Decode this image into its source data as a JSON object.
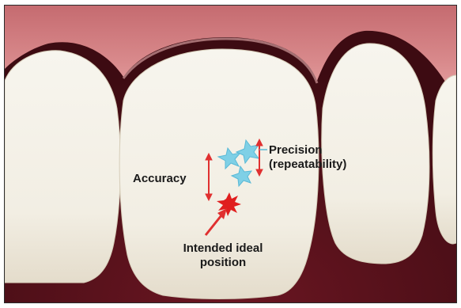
{
  "labels": {
    "accuracy": "Accuracy",
    "precision_line1": "Precision",
    "precision_line2": "(repeatability)",
    "ideal_line1": "Intended ideal",
    "ideal_line2": "position"
  },
  "colors": {
    "gum": "#b8525a",
    "gum_light": "#d9868a",
    "tooth": "#f2eee3",
    "tooth_shadow": "#d9d3c2",
    "mouth_dark": "#4a0f16",
    "marker_blue": "#7fd0e6",
    "marker_red": "#e01e1e",
    "indicator_blue": "#5ab9d6",
    "indicator_red": "#e03030"
  },
  "icons": {
    "precision_markers": "blue-star-cluster-icon",
    "target_marker": "red-splat-icon",
    "arrow": "red-arrow-icon"
  }
}
